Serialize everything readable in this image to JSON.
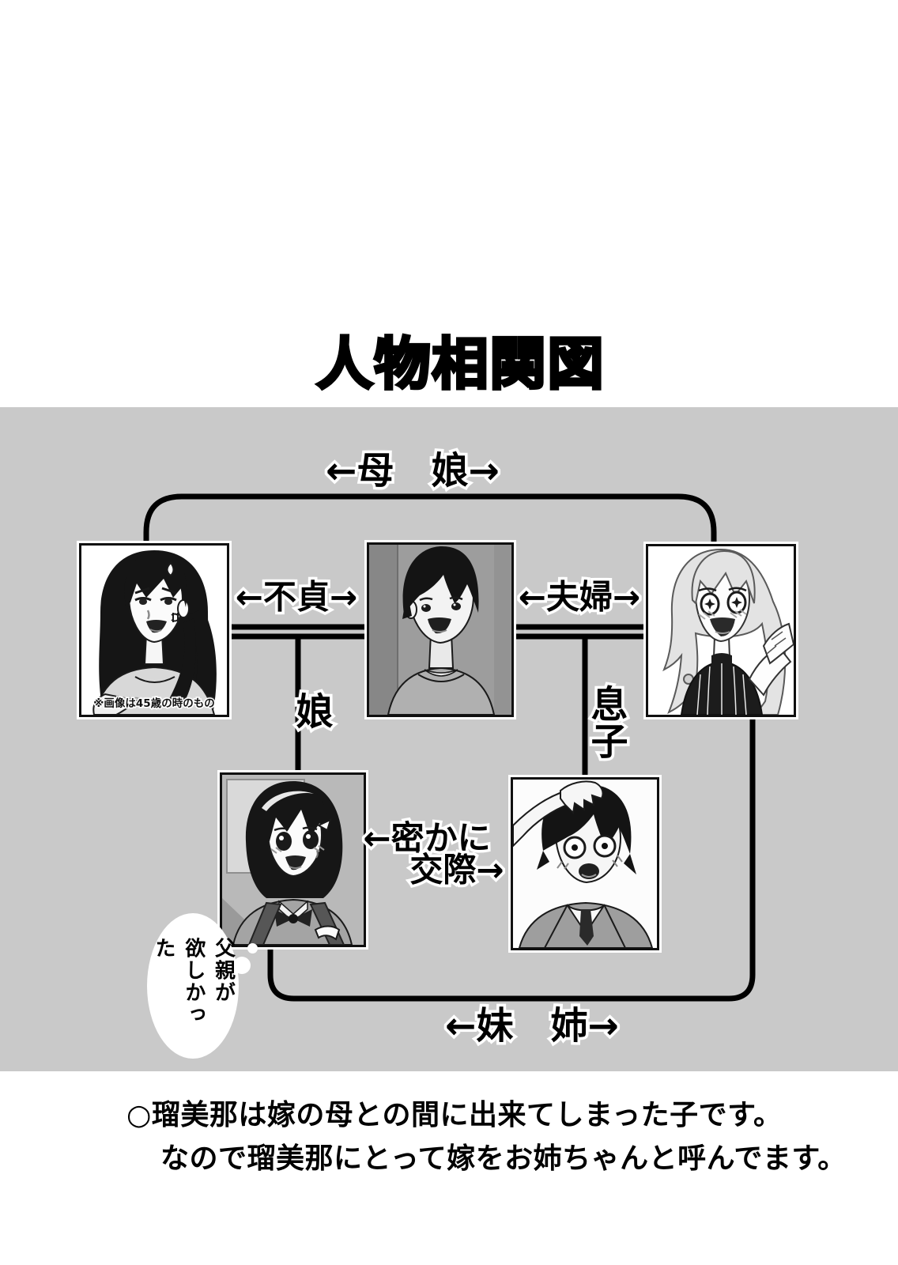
{
  "page": {
    "title": "人物相関図",
    "panel_color": "#c9c9c9",
    "line_color": "#000000"
  },
  "relationship_labels": {
    "mother_daughter": "←母　娘→",
    "infidelity": "←不貞→",
    "married_couple": "←夫婦→",
    "daughter": "娘",
    "son": "息子",
    "secret_dating_line1": "←密かに",
    "secret_dating_line2": "交際→",
    "younger_older_sister": "←妹　姉→"
  },
  "portraits": {
    "mother": {
      "icon": "mother-portrait",
      "caption": "※画像は45歳の時のもの"
    },
    "father": {
      "icon": "father-portrait"
    },
    "wife": {
      "icon": "wife-portrait"
    },
    "schoolgirl": {
      "icon": "schoolgirl-portrait"
    },
    "schoolboy": {
      "icon": "schoolboy-portrait"
    }
  },
  "thought_bubble": {
    "column1": "父親が",
    "column2": "欲しかった"
  },
  "footer": {
    "line1": "○瑠美那は嫁の母との間に出来てしまった子です。",
    "line2": "なので瑠美那にとって嫁をお姉ちゃんと呼んでます。"
  }
}
